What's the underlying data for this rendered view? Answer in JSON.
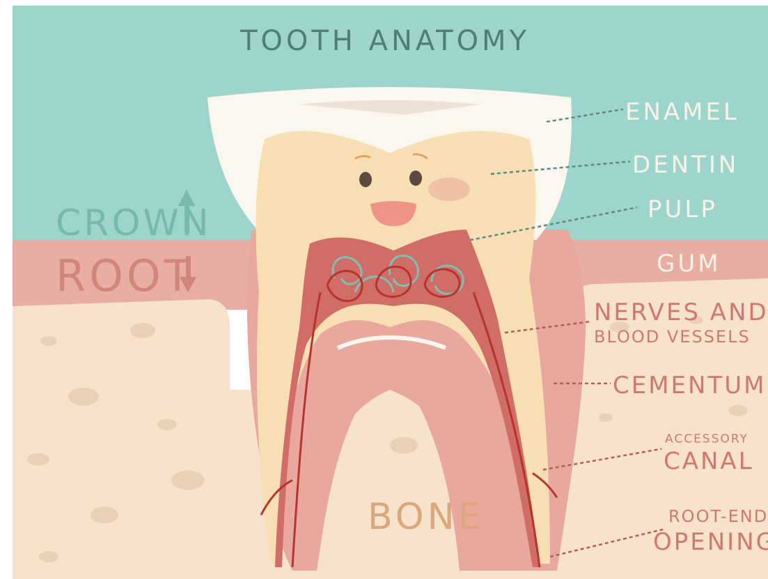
{
  "title": "TOOTH ANATOMY",
  "regions": {
    "crown": "CROWN",
    "root": "ROOT",
    "bone": "BONE"
  },
  "labels": {
    "enamel": "ENAMEL",
    "dentin": "DENTIN",
    "pulp": "PULP",
    "gum": "GUM",
    "nerves_line1": "NERVES AND",
    "nerves_line2": "BLOOD VESSELS",
    "cementum": "CEMENTUM",
    "accessory_line1": "ACCESSORY",
    "accessory_line2": "CANAL",
    "rootend_line1": "ROOT-END",
    "rootend_line2": "OPENING"
  },
  "colors": {
    "sky": "#9dd5cc",
    "gum": "#e8aea3",
    "bone": "#f7e3cc",
    "enamel": "#fbf6ee",
    "dentin": "#f7dfb3",
    "pulp": "#cf6d66",
    "cementum": "#e9a89d"
  }
}
